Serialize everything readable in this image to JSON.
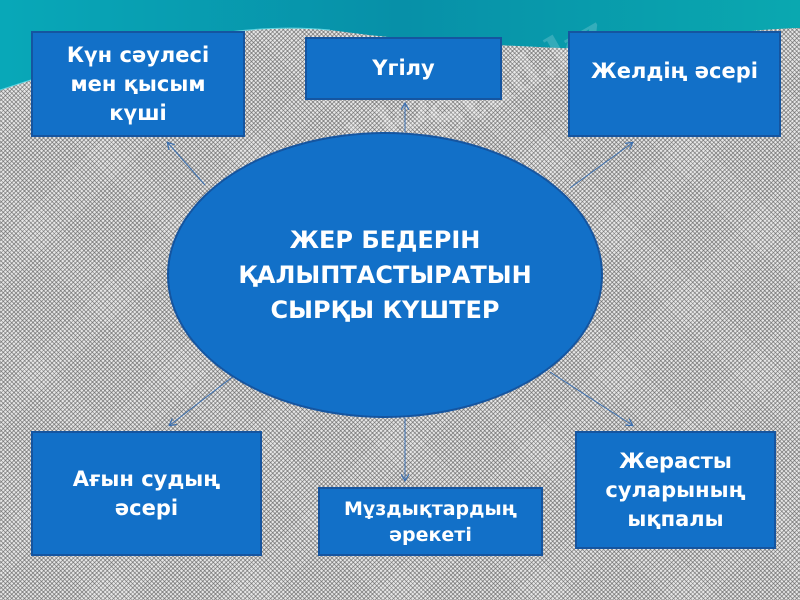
{
  "center": {
    "title": "ЖЕР БЕДЕРІН ҚАЛЫПТАСТЫРАТЫН СЫРҚЫ КҮШТЕР"
  },
  "nodes": {
    "top_left": "Күн сәулесі мен қысым күші",
    "top_center": "Үгілу",
    "top_right": "Желдің әсері",
    "bottom_left": "Ағын судың әсері",
    "bottom_center": "Мұздықтардың әрекеті",
    "bottom_right": "Жерасты суларының ықпалы"
  },
  "watermark": "Stud.kz",
  "colors": {
    "box_fill": "#1270c8",
    "box_border": "#1555a0",
    "arrow": "#3a6fb0",
    "header": "#0a9ab0"
  }
}
